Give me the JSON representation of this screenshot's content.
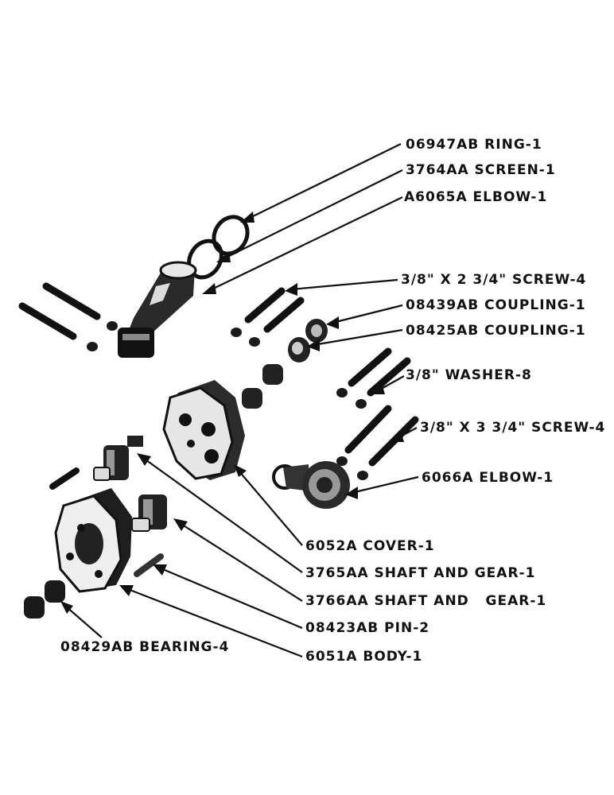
{
  "labels": {
    "ring": "06947AB RING-1",
    "screen": "3764AA SCREEN-1",
    "elbow_top": "A6065A ELBOW-1",
    "screen_38x234": "3/8\" X 2 3/4\" SCREW-4",
    "coupling_08439": "08439AB COUPLING-1",
    "coupling_08425": "08425AB COUPLING-1",
    "washer": "3/8\" WASHER-8",
    "screw_38x334": "3/8\" X 3 3/4\" SCREW-4",
    "elbow_6066": "6066A ELBOW-1",
    "cover": "6052A COVER-1",
    "shaft_gear_3765": "3765AA SHAFT AND GEAR-1",
    "shaft_gear_3766": "3766AA SHAFT AND   GEAR-1",
    "pin": "08423AB PIN-2",
    "bearing": "08429AB BEARING-4",
    "body": "6051A BODY-1"
  }
}
